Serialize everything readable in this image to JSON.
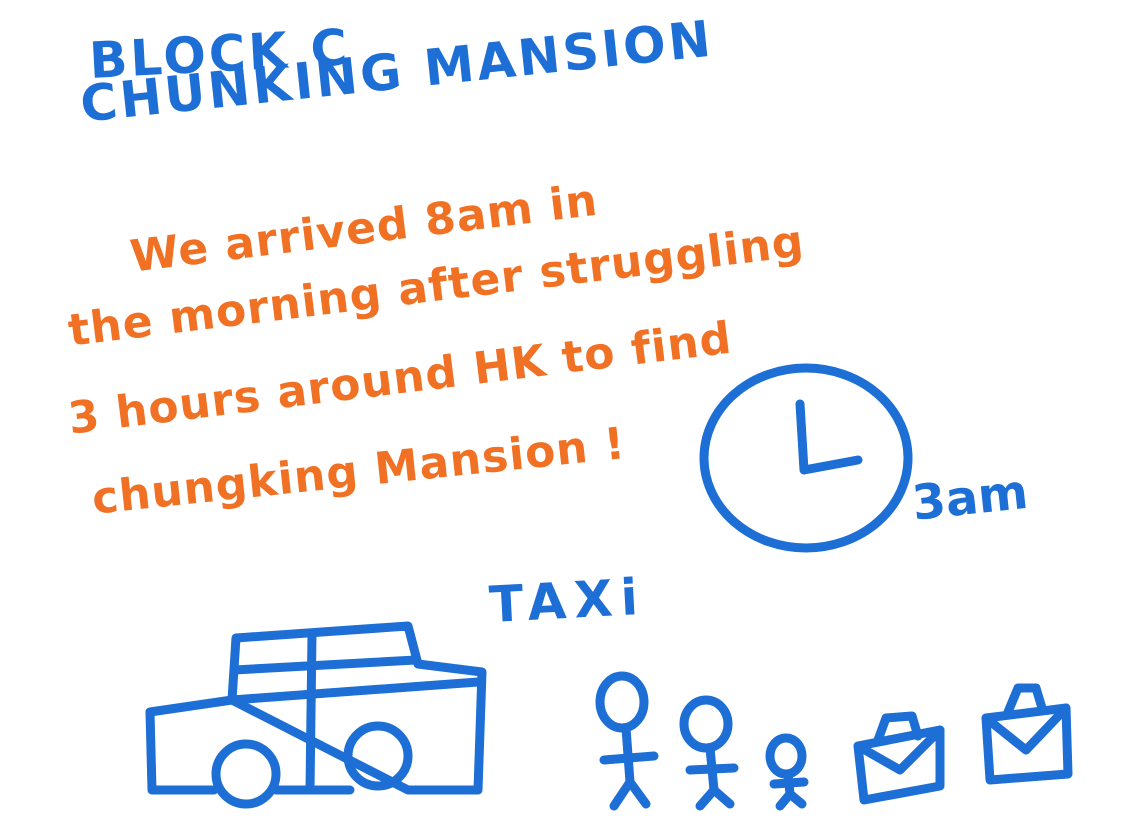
{
  "sketch": {
    "title": {
      "line1": "BLOCK C",
      "line2": "CHUNKING MANSION"
    },
    "note": {
      "lines": [
        "We arrived 8am in",
        "the morning after struggling",
        "3 hours around HK to find",
        "chungking Mansion !"
      ]
    },
    "clock": {
      "icon": "clock-icon",
      "time_label": "3am"
    },
    "taxi": {
      "label": "TAXi",
      "icon": "taxi-car-icon"
    },
    "figures": {
      "icons": [
        "adult-figure-icon",
        "adult-figure-icon",
        "child-figure-icon"
      ]
    },
    "luggage": {
      "icons": [
        "suitcase-icon",
        "suitcase-icon"
      ]
    },
    "colors": {
      "ink_blue": "#1d6fd6",
      "ink_orange": "#f07124",
      "paper": "#ffffff"
    }
  }
}
